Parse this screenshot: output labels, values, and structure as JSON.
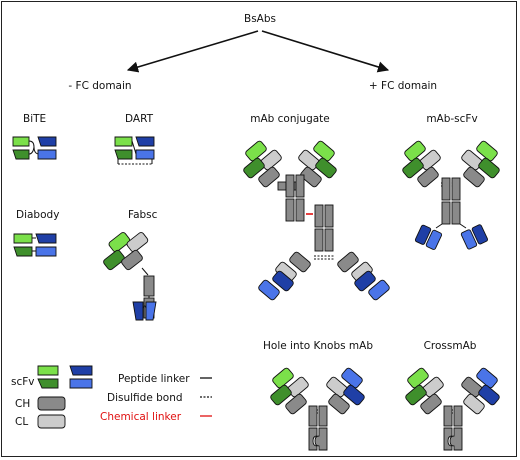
{
  "root_label": "BsAbs",
  "branch_left": "- FC domain",
  "branch_right": "+ FC domain",
  "formats": {
    "bite": "BiTE",
    "dart": "DART",
    "diabody": "Diabody",
    "fabsc": "Fabsc",
    "mab_conjugate": "mAb conjugate",
    "mab_scfv": "mAb-scFv",
    "hole_knobs": "Hole into Knobs mAb",
    "crossmab": "CrossmAb"
  },
  "legend": {
    "scfv": "scFv",
    "ch": "CH",
    "cl": "CL",
    "peptide_linker": "Peptide linker",
    "disulfide_bond": "Disulfide bond",
    "chemical_linker": "Chemical linker"
  },
  "colors": {
    "green_light": "#7be04a",
    "green_dark": "#3f8f2c",
    "blue_light": "#4a74e8",
    "blue_dark": "#1f3fa6",
    "ch_gray": "#8a8a8a",
    "cl_gray": "#cccccc",
    "chemical_linker": "#e01010"
  }
}
